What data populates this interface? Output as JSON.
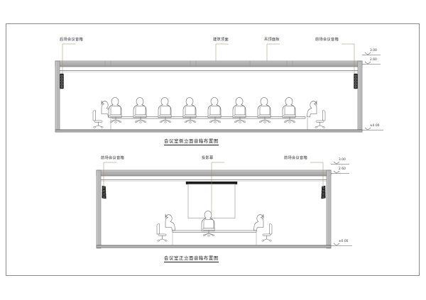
{
  "sheet": {
    "background_color": "#ffffff",
    "frame_color": "#8a8a8a"
  },
  "drawings": [
    {
      "id": "side-elevation",
      "caption": "会议室侧立面音箱布置图",
      "labels": [
        {
          "id": "rear-speaker",
          "text": "后场会议音箱"
        },
        {
          "id": "building-ceiling",
          "text": "建筑顶面"
        },
        {
          "id": "ceiling-panel",
          "text": "吊顶面板"
        },
        {
          "id": "front-speaker",
          "text": "前场会议音箱"
        }
      ],
      "elevations": [
        {
          "id": "slab-level",
          "text": "3.00"
        },
        {
          "id": "ceiling-level",
          "text": "2.60"
        },
        {
          "id": "floor-level",
          "text": "±0.00"
        }
      ],
      "seated_figures": 11,
      "speakers": 2
    },
    {
      "id": "front-elevation",
      "caption": "会议室正立面音箱布置图",
      "labels": [
        {
          "id": "front-speaker-left",
          "text": "前场会议音箱"
        },
        {
          "id": "projection-screen",
          "text": "投影幕"
        },
        {
          "id": "front-speaker-right",
          "text": "前场会议音箱"
        }
      ],
      "elevations": [
        {
          "id": "slab-level",
          "text": "3.00"
        },
        {
          "id": "ceiling-level",
          "text": "2.60"
        },
        {
          "id": "floor-level",
          "text": "±0.00"
        }
      ],
      "seated_figures": 3,
      "speakers": 2
    }
  ],
  "colors": {
    "slab_fill": "#b8b8b8",
    "wall_fill": "#c9c9c9",
    "speaker_fill": "#2a2a2a",
    "screen_fill": "#1c1c1c",
    "line": "#555555",
    "leader": "#8d7a55"
  }
}
